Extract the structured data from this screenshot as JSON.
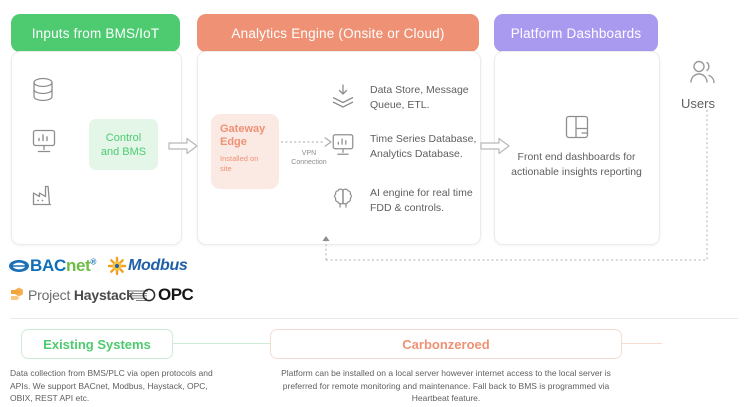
{
  "panels": [
    {
      "key": "inputs",
      "header": "Inputs from BMS/IoT",
      "header_color": "#4ECB71",
      "icons": [
        "database-icon",
        "monitor-chart-icon",
        "factory-icon"
      ],
      "chip": {
        "line1": "Control",
        "line2": "and BMS",
        "color": "#4ECB71",
        "bg": "#E3F6E8"
      }
    },
    {
      "key": "engine",
      "header": "Analytics Engine  (Onsite or Cloud)",
      "header_color": "#EE9175",
      "gateway": {
        "title_line1": "Gateway",
        "title_line2": "Edge",
        "subtitle_line1": "Installed on",
        "subtitle_line2": "site",
        "color": "#EE9175",
        "bg": "#FBEAE4"
      },
      "vpn_label_line1": "VPN",
      "vpn_label_line2": "Connection",
      "rows": [
        {
          "icon": "layers-download-icon",
          "line1": "Data Store, Message",
          "line2": "Queue, ETL."
        },
        {
          "icon": "monitor-chart-icon",
          "line1": "Time Series Database,",
          "line2": "Analytics Database."
        },
        {
          "icon": "brain-icon",
          "line1": "AI engine for real time",
          "line2": "FDD & controls."
        }
      ]
    },
    {
      "key": "dashboards",
      "header": "Platform Dashboards",
      "header_color": "#A99AF0",
      "icon": "layout-grid-icon",
      "caption_line1": "Front end dashboards for",
      "caption_line2": "actionable insights reporting"
    }
  ],
  "users": {
    "icon": "users-icon",
    "label": "Users"
  },
  "logos": [
    {
      "name": "bacnet-logo",
      "text_parts": [
        "BAC",
        "net"
      ],
      "colors": [
        "#0E6FB8",
        "#6FBE44"
      ]
    },
    {
      "name": "modbus-logo",
      "text": "Modbus",
      "color": "#2060A8",
      "mark_color": "#F0A020"
    },
    {
      "name": "project-haystack-logo",
      "text_light": "Project ",
      "text_bold": "Haystack",
      "mark_color": "#F2A33C"
    },
    {
      "name": "opc-logo",
      "text": "OPC",
      "color": "#161616"
    }
  ],
  "bottom": {
    "left_box_label": "Existing Systems",
    "left_box_color": "#4ECB71",
    "right_box_label": "Carbonzeroed",
    "right_box_color": "#EE9175",
    "left_caption": "Data collection from BMS/PLC via open protocols and APIs. We support BACnet, Modbus, Haystack, OPC, OBIX, REST API etc.",
    "right_caption": "Platform can be installed on a local server however internet access to the local server is preferred for remote monitoring and maintenance. Fall back to BMS is programmed via Heartbeat feature."
  }
}
